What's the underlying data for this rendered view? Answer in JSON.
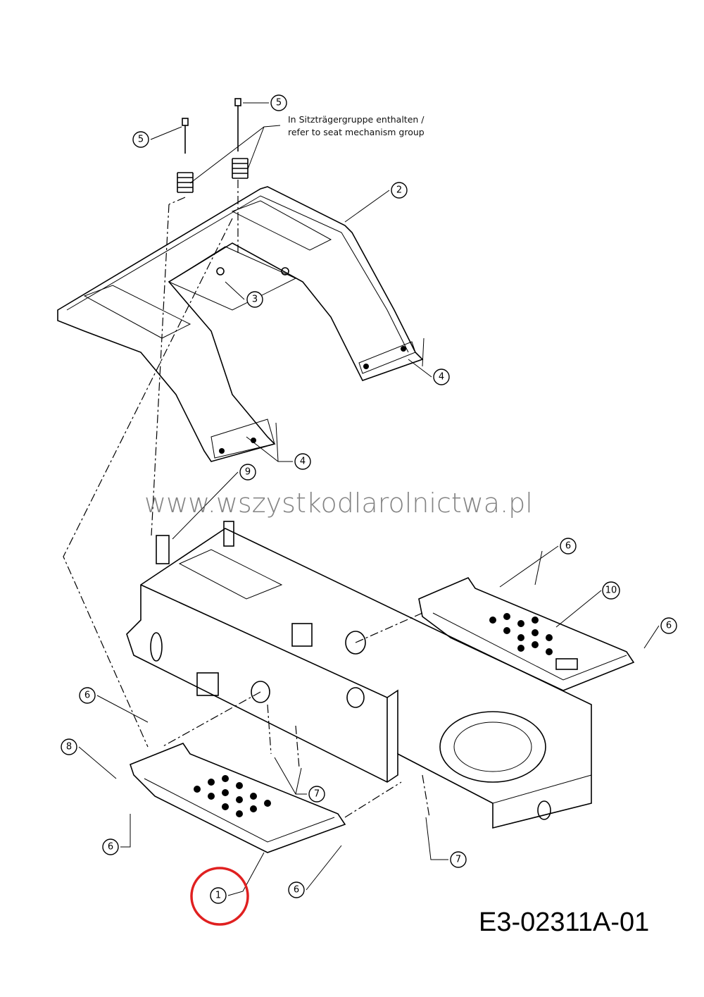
{
  "note": {
    "line1": "In Sitzträgergruppe enthalten /",
    "line2": "refer to seat mechanism group"
  },
  "watermark": "www.wszystkodlarolnictwa.pl",
  "drawing_code": "E3-02311A-01",
  "highlight_color": "#e02020",
  "callouts": [
    "5",
    "5",
    "2",
    "3",
    "4",
    "4",
    "9",
    "6",
    "10",
    "6",
    "6",
    "8",
    "7",
    "6",
    "7",
    "6",
    "1"
  ]
}
